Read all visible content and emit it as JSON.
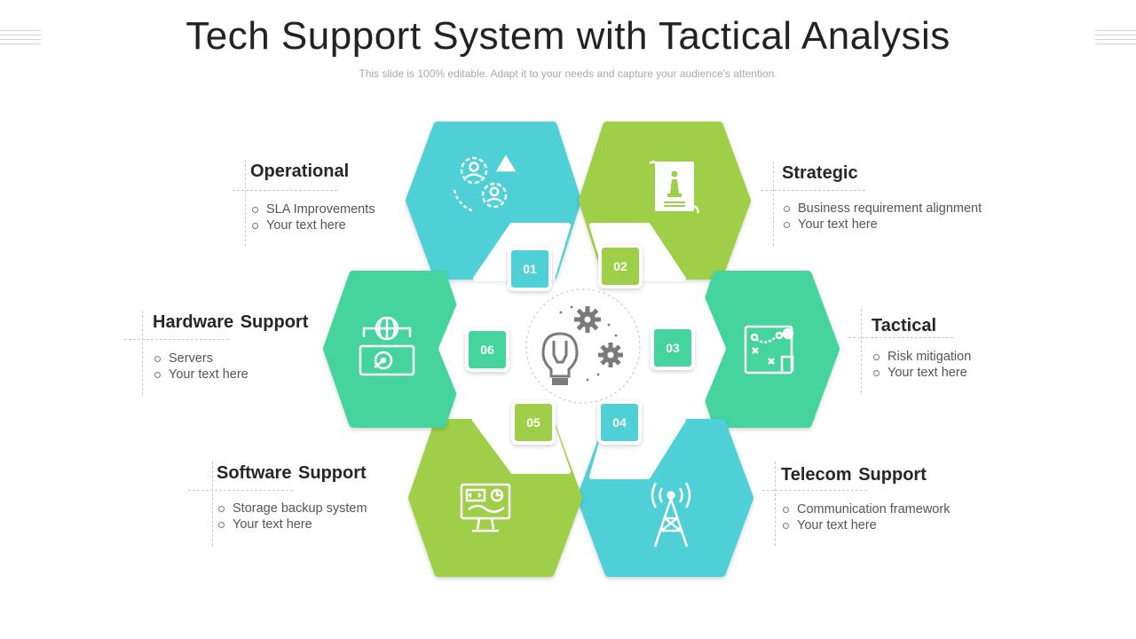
{
  "header": {
    "title": "Tech Support System with Tactical Analysis",
    "subtitle": "This slide is 100% editable. Adapt it to your needs and capture your audience's attention."
  },
  "colors": {
    "teal": "#4fd0d6",
    "green": "#9fcf48",
    "mint": "#45d49e",
    "badge_text": "#ffffff"
  },
  "segments": [
    {
      "number": "01",
      "title": "Operational",
      "color": "teal",
      "icon": "gears-people-warning-icon",
      "bullets": [
        "SLA Improvements",
        "Your text here"
      ]
    },
    {
      "number": "02",
      "title": "Strategic",
      "color": "green",
      "icon": "chess-document-icon",
      "bullets": [
        "Business requirement alignment",
        "Your text here"
      ]
    },
    {
      "number": "03",
      "title": "Tactical",
      "color": "mint",
      "icon": "strategy-board-icon",
      "bullets": [
        "Risk mitigation",
        "Your text here"
      ]
    },
    {
      "number": "04",
      "title": "Telecom Support",
      "color": "teal",
      "icon": "antenna-tower-icon",
      "bullets": [
        "Communication framework",
        "Your text here"
      ]
    },
    {
      "number": "05",
      "title": "Software Support",
      "color": "green",
      "icon": "monitor-code-icon",
      "bullets": [
        "Storage backup system",
        "Your text here"
      ]
    },
    {
      "number": "06",
      "title": "Hardware Support",
      "color": "mint",
      "icon": "globe-hard-drive-icon",
      "bullets": [
        "Servers",
        "Your text here"
      ]
    }
  ],
  "center": {
    "icon": "lightbulb-wrench-gears-icon"
  }
}
